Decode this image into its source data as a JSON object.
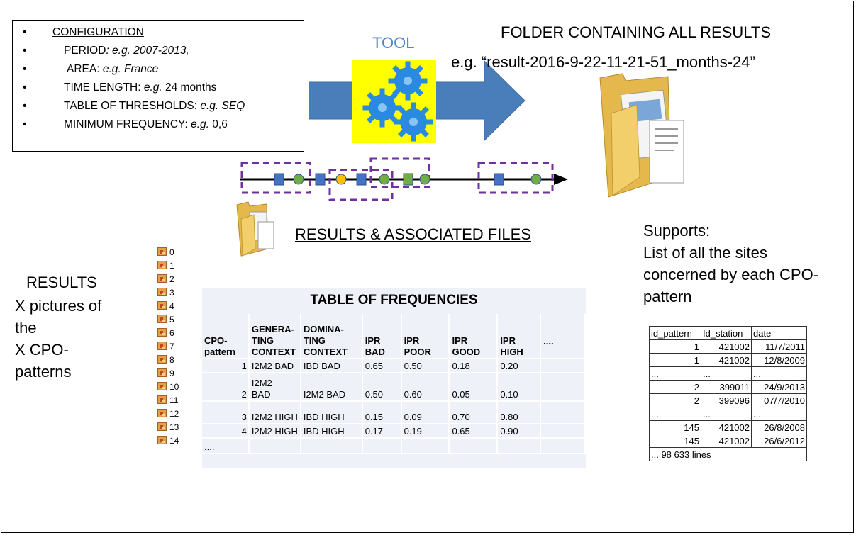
{
  "config": {
    "bullet": "•",
    "items": [
      {
        "label": "CONFIGURATION",
        "example_prefix": "",
        "example": ""
      },
      {
        "label": "PERIOD",
        "example_prefix": ": e.g. ",
        "example": "2007-2013,"
      },
      {
        "label": "AREA: ",
        "example_prefix": "e.g. ",
        "example": "France"
      },
      {
        "label": "TIME LENGTH: ",
        "example_prefix": "e.g. ",
        "example": "24 months"
      },
      {
        "label": "TABLE OF THRESHOLDS: ",
        "example_prefix": "e.g. ",
        "example": "SEQ"
      },
      {
        "label": "MINIMUM FREQUENCY: ",
        "example_prefix": "e.g. ",
        "example": "0,6"
      }
    ]
  },
  "tool_label": "TOOL",
  "folder": {
    "title": "FOLDER CONTAINING ALL RESULTS",
    "example": "e.g. “result-2016-9-22-11-21-51_months-24”"
  },
  "results_files_label": "RESULTS & ASSOCIATED FILES",
  "supports": {
    "lines": [
      "Supports:",
      "List of all the sites",
      "concerned by each CPO-",
      "pattern"
    ]
  },
  "results": {
    "heading": "RESULTS",
    "lines": [
      "X pictures of",
      "the",
      "X CPO-",
      "patterns"
    ]
  },
  "image_list": [
    "0",
    "1",
    "2",
    "3",
    "4",
    "5",
    "6",
    "7",
    "8",
    "9",
    "10",
    "11",
    "12",
    "13",
    "14"
  ],
  "frequency_table": {
    "title": "TABLE OF FREQUENCIES",
    "headers": [
      [
        "CPO-",
        "pattern"
      ],
      [
        "GENERA-",
        "TING",
        "CONTEXT"
      ],
      [
        "DOMINA-",
        "TING",
        "CONTEXT"
      ],
      [
        "IPR",
        "BAD"
      ],
      [
        "IPR",
        "POOR"
      ],
      [
        "IPR",
        "GOOD"
      ],
      [
        "IPR",
        "HIGH"
      ],
      [
        "...."
      ]
    ],
    "rows": [
      [
        "1",
        "I2M2 BAD",
        "IBD BAD",
        "0.65",
        "0.50",
        "0.18",
        "0.20",
        ""
      ],
      [
        "2",
        "I2M2\nBAD",
        "I2M2 BAD",
        "0.50",
        "0.60",
        "0.05",
        "0.10",
        ""
      ],
      [
        "3",
        "I2M2 HIGH",
        "IBD HIGH",
        "0.15",
        "0.09",
        "0.70",
        "0.80",
        ""
      ],
      [
        "4",
        "I2M2 HIGH",
        "IBD HIGH",
        "0.17",
        "0.19",
        "0.65",
        "0.90",
        ""
      ],
      [
        "....",
        "",
        "",
        "",
        "",
        "",
        "",
        ""
      ]
    ]
  },
  "supports_table": {
    "headers": [
      "id_pattern",
      "Id_station",
      "date"
    ],
    "rows": [
      [
        "1",
        "421002",
        "11/7/2011"
      ],
      [
        "1",
        "421002",
        "12/8/2009"
      ],
      [
        "...",
        "...",
        "..."
      ],
      [
        "2",
        "399011",
        "24/9/2013"
      ],
      [
        "2",
        "399096",
        "07/7/2010"
      ],
      [
        "...",
        "...",
        "..."
      ],
      [
        "145",
        "421002",
        "26/8/2008"
      ],
      [
        "145",
        "421002",
        "26/6/2012"
      ]
    ],
    "footer": "... 98 633 lines"
  },
  "colors": {
    "tool_label": "#4e88c8",
    "arrow": "#4a7ebb",
    "tool_box": "#ffff00",
    "gear": "#2a8ae0",
    "timeline_box": "#7030a0",
    "square_marker": "#4472c4",
    "circle_marker": "#70ad47",
    "circle_marker_alt": "#ffc000",
    "table_bg": "#eef2f8"
  }
}
